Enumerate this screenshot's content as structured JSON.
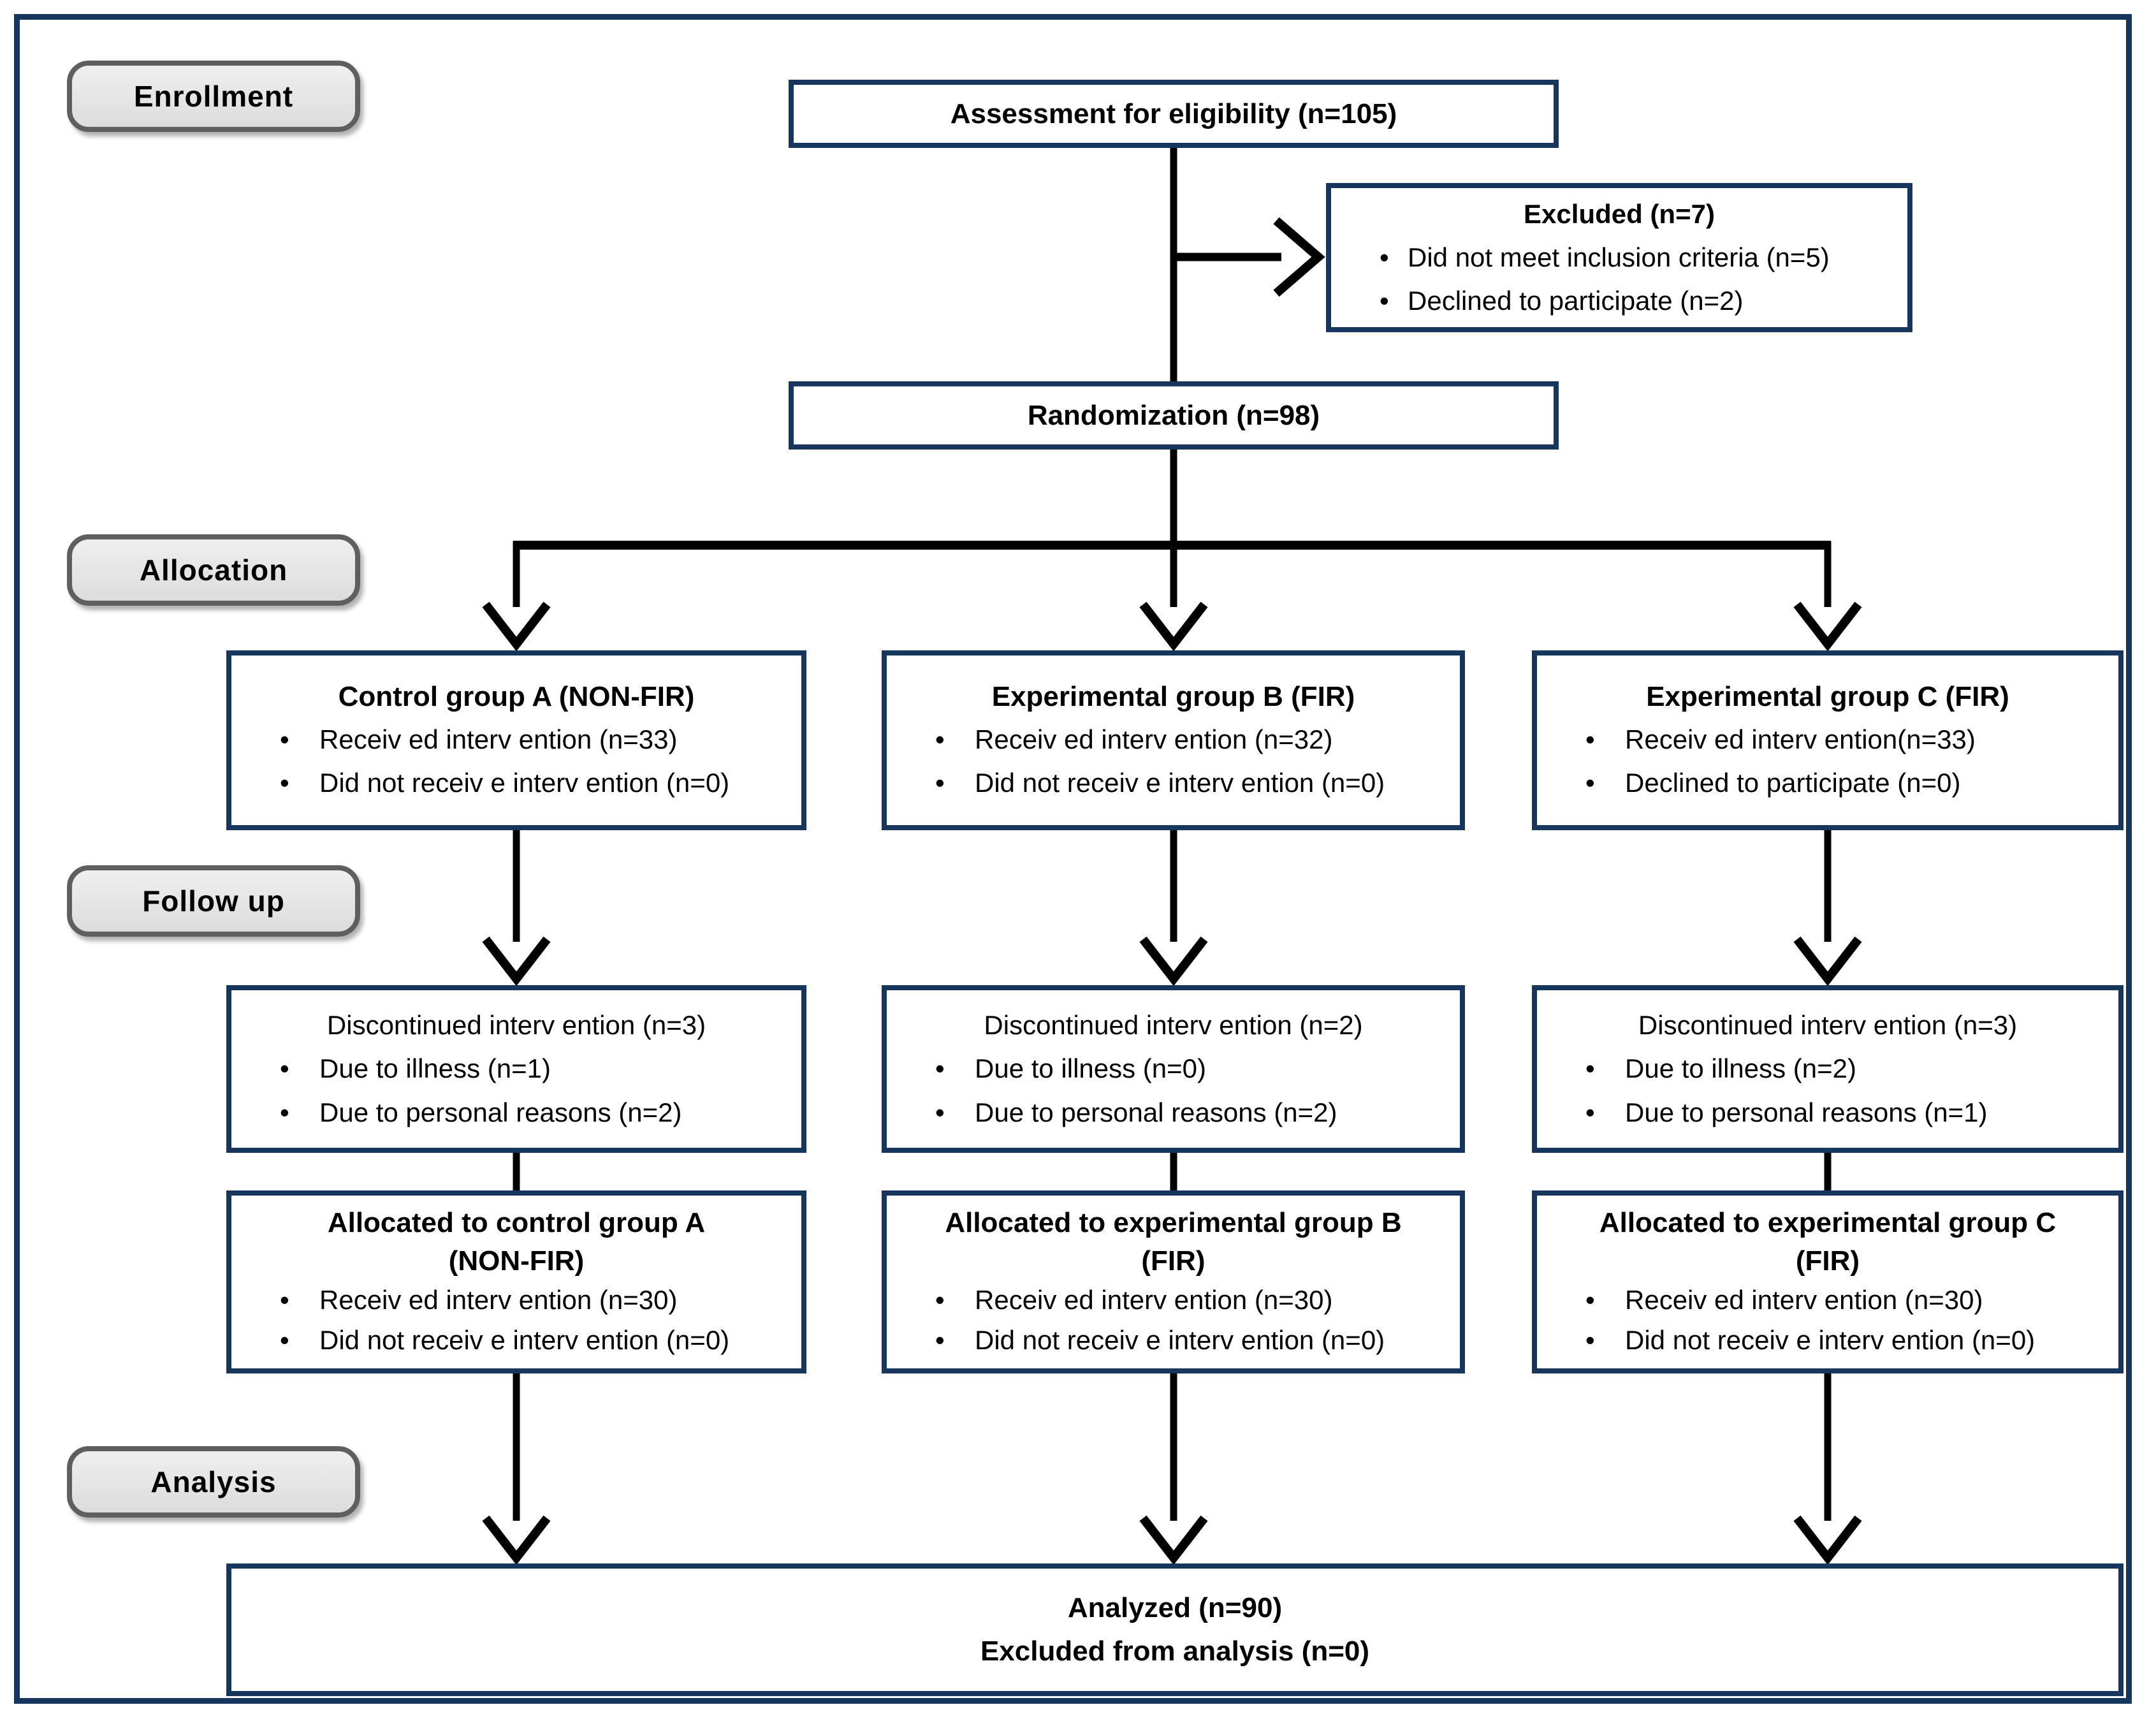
{
  "figure": {
    "kind": "trial-flow-diagram",
    "colors": {
      "outer_border": "#17365d",
      "box_border": "#17365d",
      "stage_label_fill": "#e3e3e3",
      "stage_label_border": "#5f5f5f",
      "arrow": "#000000"
    }
  },
  "stage_labels": {
    "enrollment": "Enrollment",
    "allocation": "Allocation",
    "follow_up": "Follow up",
    "analysis": "Analysis"
  },
  "boxes": {
    "assessment": {
      "title": "Assessment for eligibility (n=105)"
    },
    "excluded": {
      "title": "Excluded (n=7)",
      "bullets": [
        "Did not meet inclusion criteria (n=5)",
        "Declined to participate (n=2)"
      ]
    },
    "randomization": {
      "title": "Randomization (n=98)"
    },
    "group_a": {
      "title": "Control group A (NON-FIR)",
      "bullets": [
        "Receiv ed interv ention (n=33)",
        "Did not receiv e interv ention (n=0)"
      ]
    },
    "group_b": {
      "title": "Experimental group B (FIR)",
      "bullets": [
        "Receiv ed interv ention (n=32)",
        "Did not receiv e interv ention (n=0)"
      ]
    },
    "group_c": {
      "title": "Experimental group C (FIR)",
      "bullets": [
        "Receiv ed interv ention(n=33)",
        "Declined to participate (n=0)"
      ]
    },
    "discontinued_a": {
      "title": "Discontinued interv ention (n=3)",
      "bullets": [
        "Due to illness (n=1)",
        "Due to personal reasons (n=2)"
      ]
    },
    "discontinued_b": {
      "title": "Discontinued interv ention (n=2)",
      "bullets": [
        "Due to illness (n=0)",
        "Due to personal reasons (n=2)"
      ]
    },
    "discontinued_c": {
      "title": "Discontinued interv ention (n=3)",
      "bullets": [
        "Due to illness (n=2)",
        "Due to personal reasons (n=1)"
      ]
    },
    "allocated_a": {
      "title": "Allocated to control group A",
      "subtitle": "(NON-FIR)",
      "bullets": [
        "Receiv ed interv ention (n=30)",
        "Did not receiv e interv ention (n=0)"
      ]
    },
    "allocated_b": {
      "title": "Allocated to experimental group B",
      "subtitle": "(FIR)",
      "bullets": [
        "Receiv ed interv ention (n=30)",
        "Did not receiv e interv ention (n=0)"
      ]
    },
    "allocated_c": {
      "title": "Allocated to experimental group C",
      "subtitle": "(FIR)",
      "bullets": [
        "Receiv ed interv ention (n=30)",
        "Did not receiv e interv ention (n=0)"
      ]
    },
    "analyzed": {
      "title": "Analyzed (n=90)",
      "subtitle": "Excluded from analysis (n=0)"
    }
  }
}
